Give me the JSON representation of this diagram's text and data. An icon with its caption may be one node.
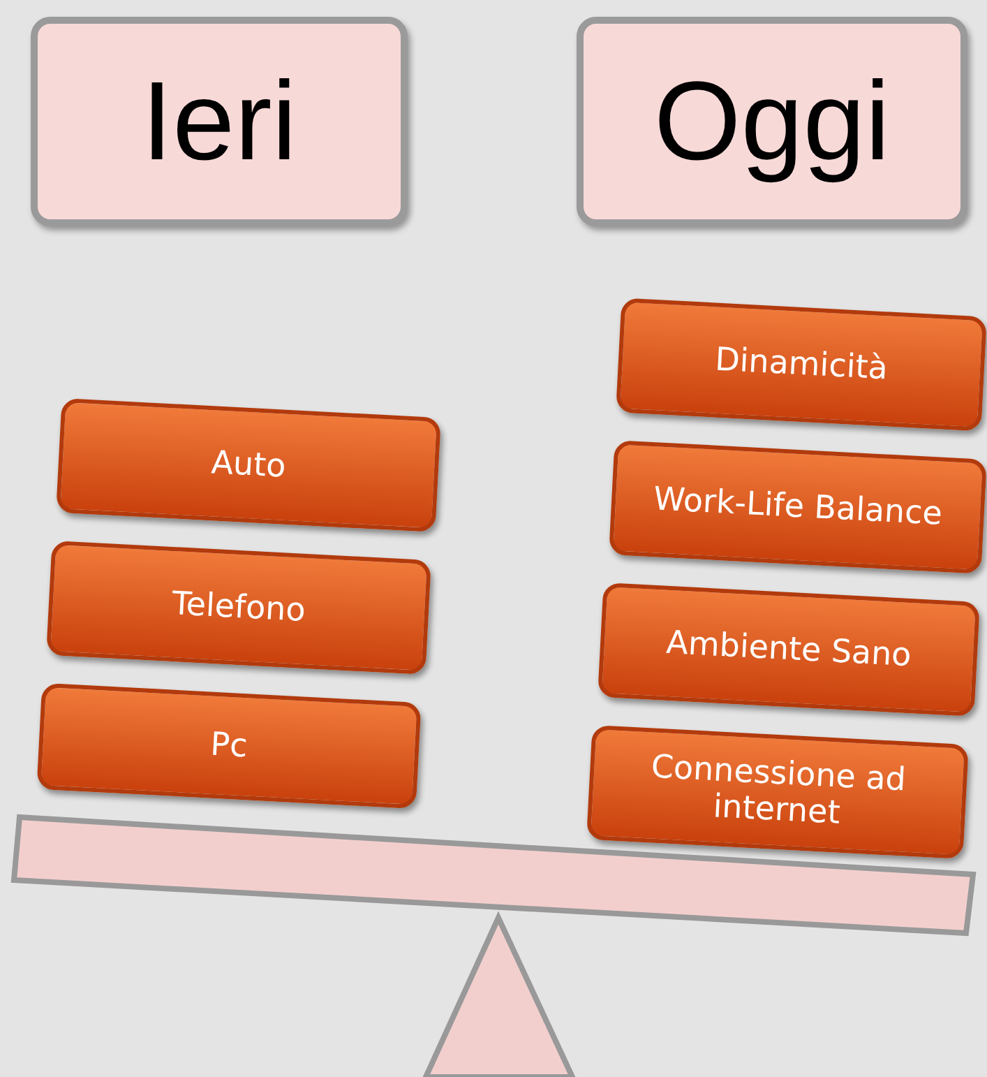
{
  "diagram": {
    "nodes": [
      {
        "text": [
          "Ieri"
        ]
      },
      {
        "text": [
          "Oggi"
        ]
      },
      {
        "text": [
          "Auto"
        ]
      },
      {
        "text": [
          "Telefono"
        ]
      },
      {
        "text": [
          "Pc"
        ]
      },
      {
        "text": [
          "Dinamicità"
        ]
      },
      {
        "text": [
          "Work-Life Balance"
        ]
      },
      {
        "text": [
          "Ambiente Sano"
        ]
      },
      {
        "text": [
          "Connessione ad internet"
        ]
      }
    ]
  }
}
